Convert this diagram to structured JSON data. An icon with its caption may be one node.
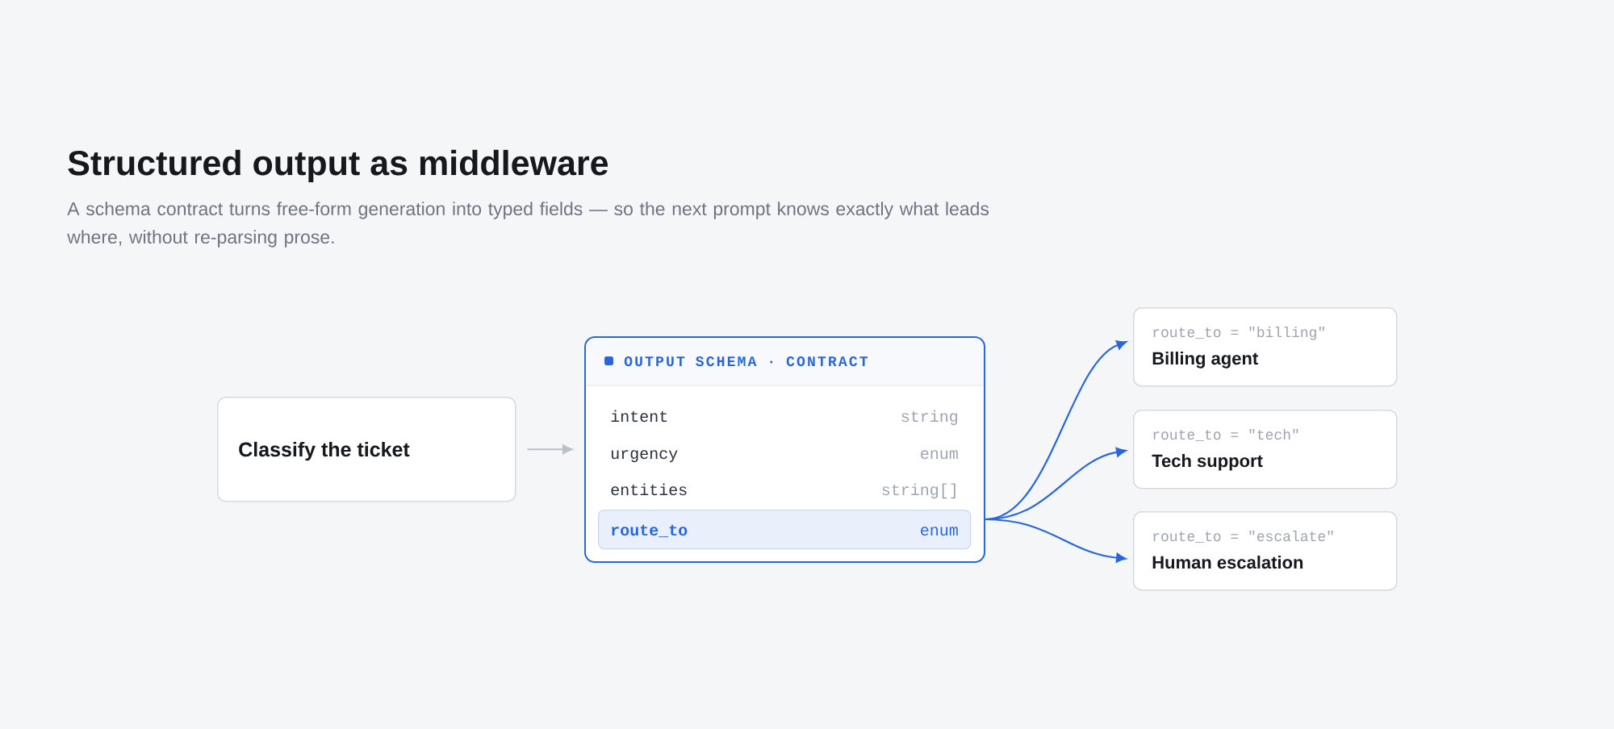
{
  "diagram": {
    "title": "Structured output as middleware",
    "caption": "A schema contract turns free-form generation into typed fields — so the next prompt knows exactly what leads where, without re-parsing prose.",
    "nodes": [
      {
        "text": [
          "Classify the ticket"
        ]
      },
      {
        "text": [
          "OUTPUT SCHEMA · CONTRACT"
        ]
      },
      {
        "text": [
          "route_to",
          "enum"
        ],
        "in": 1
      },
      {
        "text": [
          "route_to = \"billing\"",
          "Billing agent"
        ]
      },
      {
        "text": [
          "route_to = \"tech\"",
          "Tech support"
        ]
      },
      {
        "text": [
          "route_to = \"escalate\"",
          "Human escalation"
        ]
      }
    ],
    "edges": [
      {
        "from": 0,
        "to": 1,
        "arrow": "to",
        "color": "#b9c0cb"
      },
      {
        "from": 1,
        "to": 3,
        "arrow": "to"
      },
      {
        "from": 1,
        "to": 4,
        "arrow": "to"
      },
      {
        "from": 1,
        "to": 5,
        "arrow": "to"
      }
    ],
    "labels": [
      "intent",
      "string",
      "urgency",
      "enum",
      "entities",
      "string[]"
    ]
  }
}
